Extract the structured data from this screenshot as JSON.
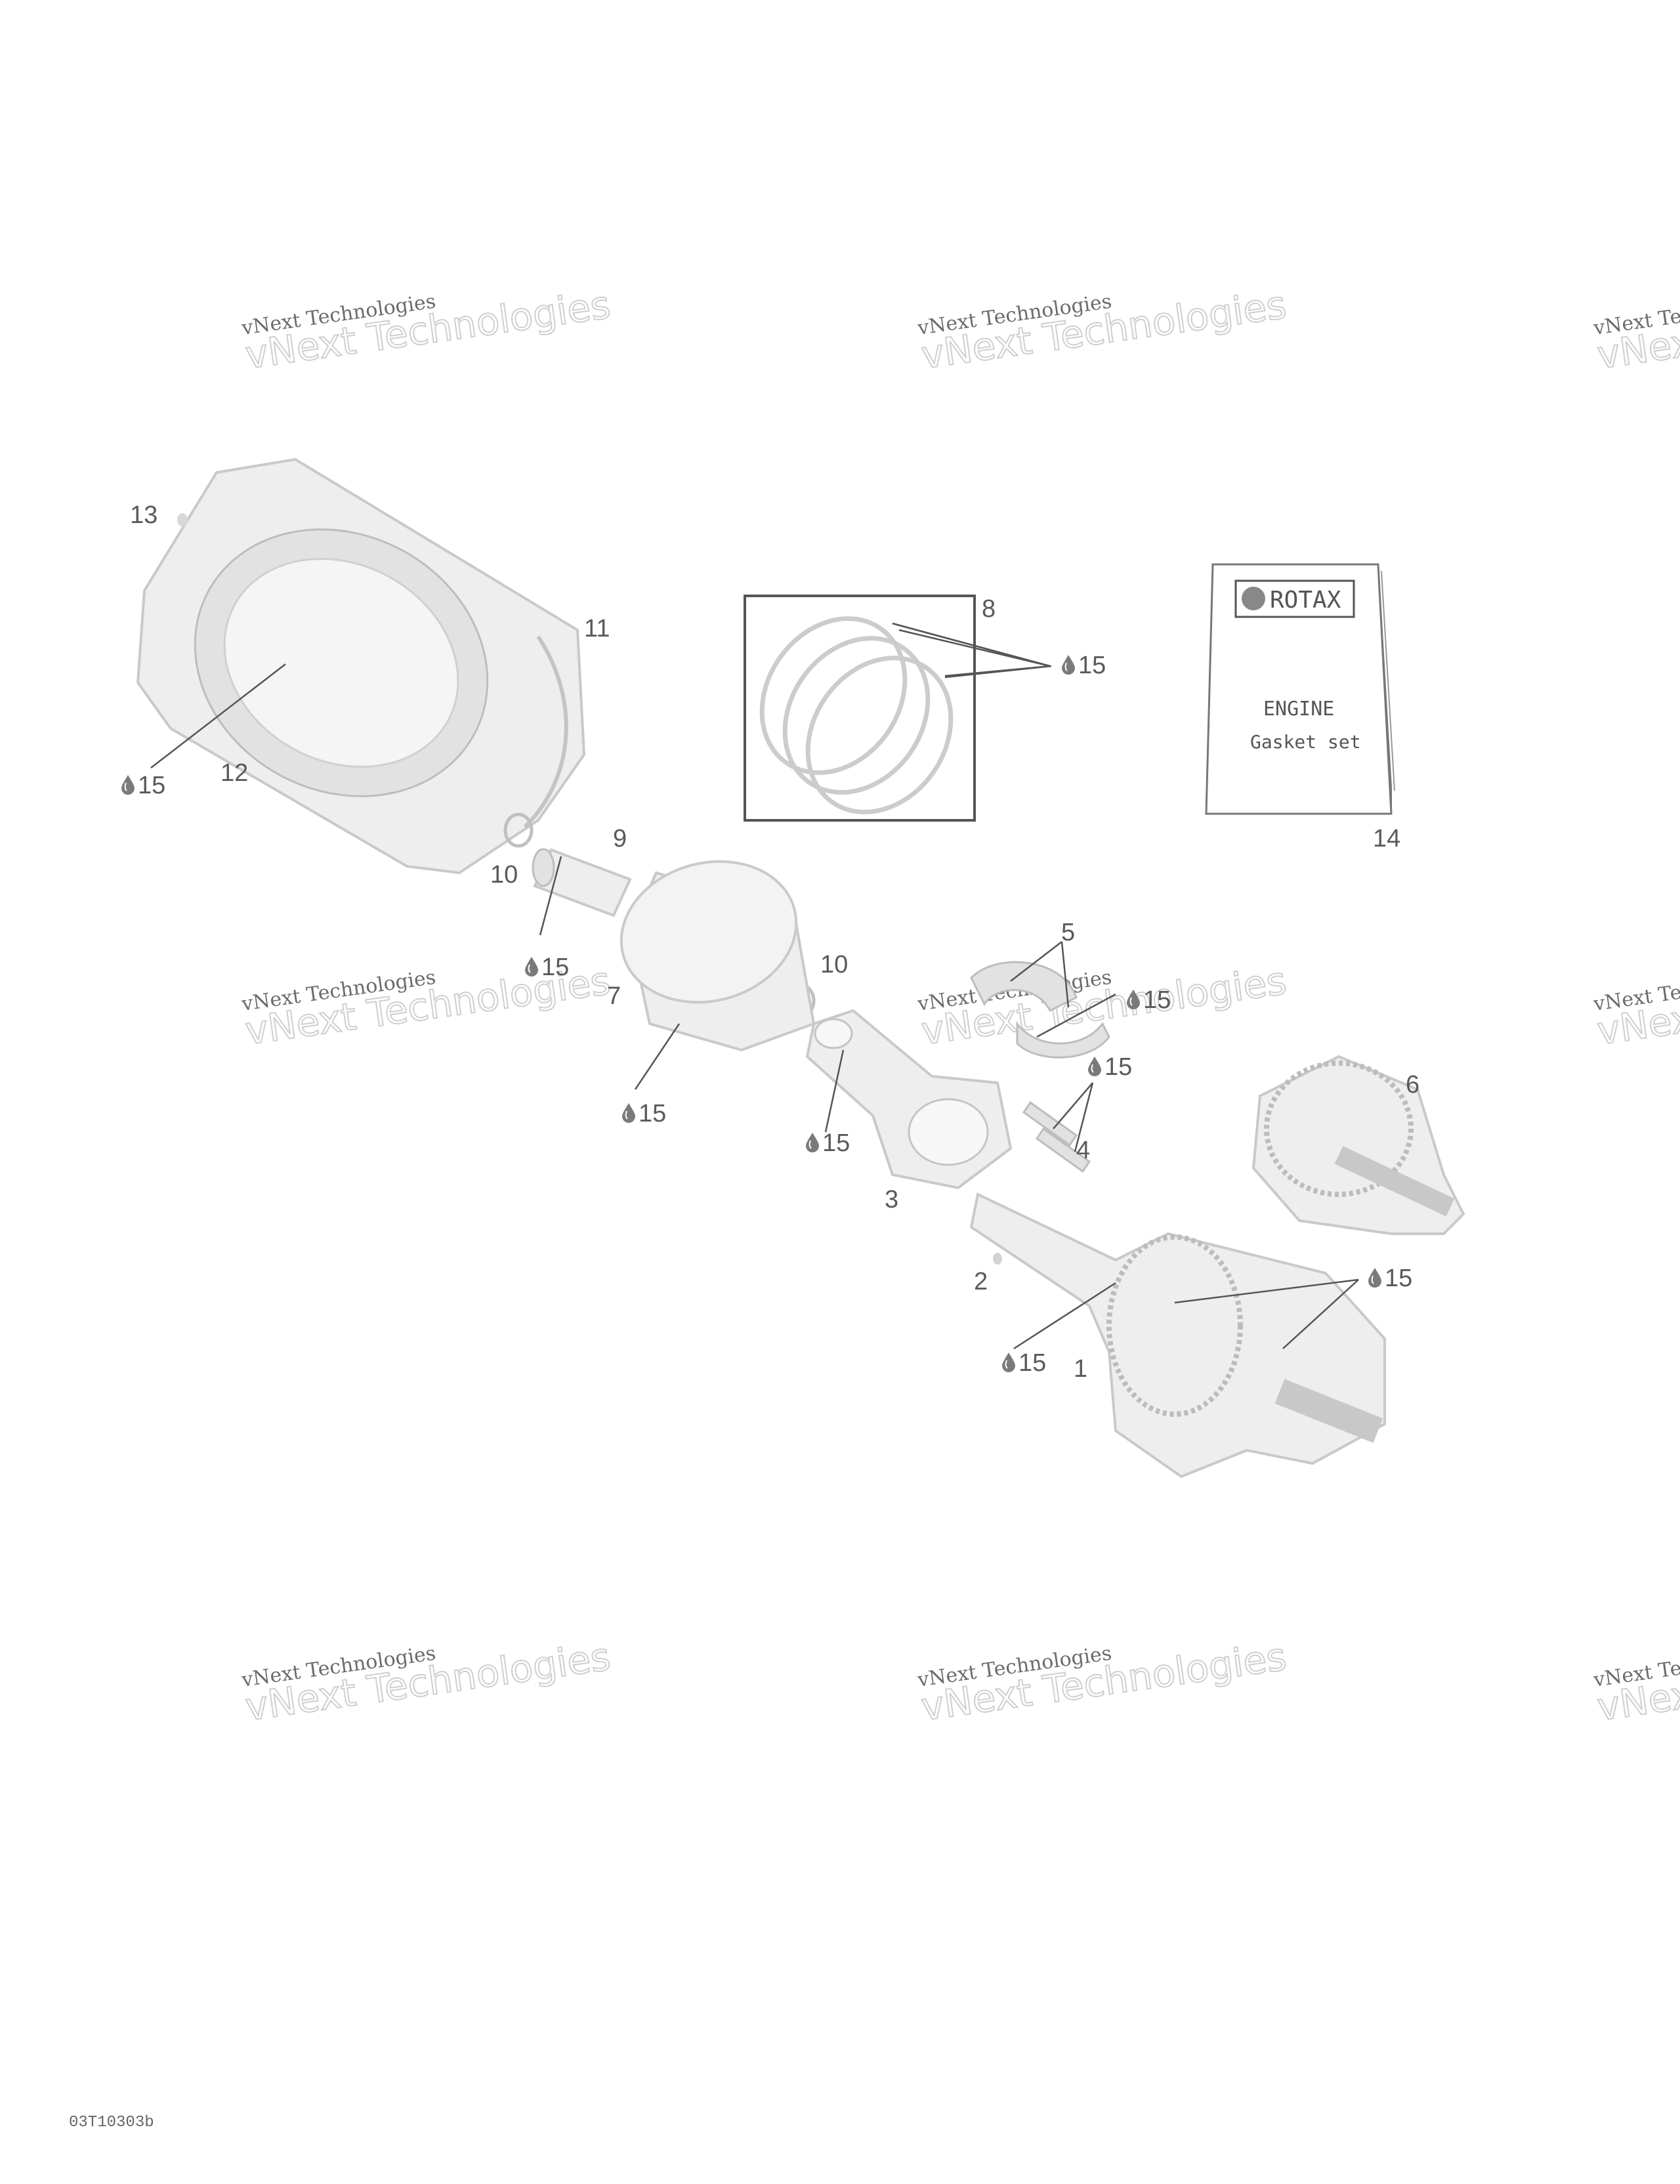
{
  "callouts": [
    {
      "id": "13",
      "text": "13"
    },
    {
      "id": "11",
      "text": "11"
    },
    {
      "id": "12",
      "text": "12"
    },
    {
      "id": "8",
      "text": "8"
    },
    {
      "id": "14",
      "text": "14"
    },
    {
      "id": "9",
      "text": "9"
    },
    {
      "id": "10a",
      "text": "10"
    },
    {
      "id": "10b",
      "text": "10"
    },
    {
      "id": "7",
      "text": "7"
    },
    {
      "id": "5",
      "text": "5"
    },
    {
      "id": "4",
      "text": "4"
    },
    {
      "id": "3",
      "text": "3"
    },
    {
      "id": "6",
      "text": "6"
    },
    {
      "id": "2",
      "text": "2"
    },
    {
      "id": "1",
      "text": "1"
    }
  ],
  "lubricant_ref": "15",
  "booklet": {
    "brand": "ROTAX",
    "line1": "ENGINE",
    "line2": "Gasket set"
  },
  "watermark": {
    "line1": "vNext Technologies",
    "line2": "vNext Technologies"
  },
  "figure_code": "03T10303b"
}
